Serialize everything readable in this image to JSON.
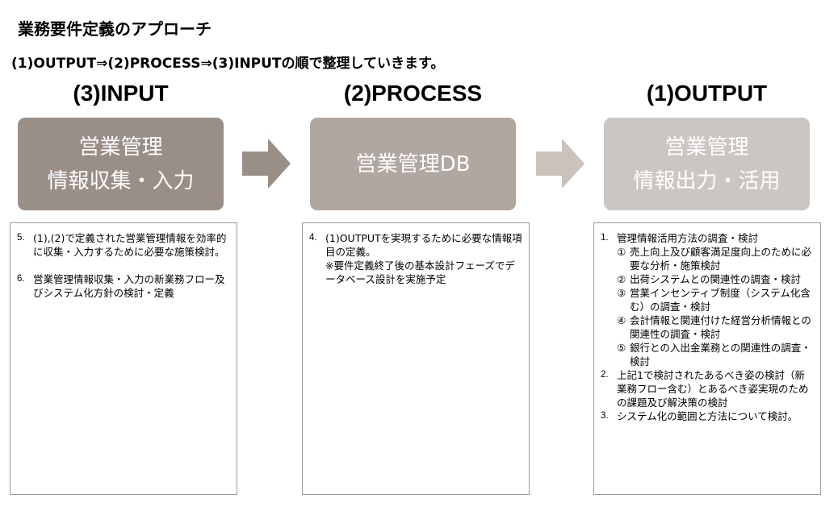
{
  "title": "業務要件定義のアプローチ",
  "subtitle": "(1)OUTPUT⇒(2)PROCESS⇒(3)INPUTの順で整理していきます。",
  "stages": [
    {
      "heading": "(3)INPUT",
      "box_lines": [
        "営業管理",
        "情報収集・入力"
      ],
      "items": [
        {
          "num": "5.",
          "text": "(1),(2)で定義された営業管理情報を効率的に収集・入力するために必要な施策検討。"
        },
        {
          "num": "6.",
          "text": "営業管理情報収集・入力の新業務フロー及びシステム化方針の検討・定義"
        }
      ]
    },
    {
      "heading": "(2)PROCESS",
      "box_lines": [
        "営業管理DB"
      ],
      "items": [
        {
          "num": "4.",
          "text": "(1)OUTPUTを実現するために必要な情報項目の定義。",
          "note": "※要件定義終了後の基本設計フェーズでデータベース設計を実施予定"
        }
      ]
    },
    {
      "heading": "(1)OUTPUT",
      "box_lines": [
        "営業管理",
        "情報出力・活用"
      ],
      "items": [
        {
          "num": "1.",
          "text": "管理情報活用方法の調査・検討",
          "subitems": [
            {
              "mark": "①",
              "text": "売上向上及び顧客満足度向上のために必要な分析・施策検討"
            },
            {
              "mark": "②",
              "text": "出荷システムとの関連性の調査・検討"
            },
            {
              "mark": "③",
              "text": "営業インセンティブ制度（システム化含む）の調査・検討"
            },
            {
              "mark": "④",
              "text": "会計情報と関連付けた経営分析情報との関連性の調査・検討"
            },
            {
              "mark": "⑤",
              "text": "銀行との入出金業務との関連性の調査・検討"
            }
          ]
        },
        {
          "num": "2.",
          "text": "上記1で検討されたあるべき姿の検討（新業務フロー含む）とあるべき姿実現のための課題及び解決策の検討"
        },
        {
          "num": "3.",
          "text": "システム化の範囲と方法について検討。"
        }
      ]
    }
  ],
  "colors": {
    "input_box": "#9a8f87",
    "process_box": "#b0a7a1",
    "output_box": "#ccc6c2",
    "arrow_dark": "#9a8f87",
    "arrow_light": "#c9c2bd"
  },
  "arrow_icons": [
    "right-arrow-icon",
    "right-arrow-icon"
  ]
}
